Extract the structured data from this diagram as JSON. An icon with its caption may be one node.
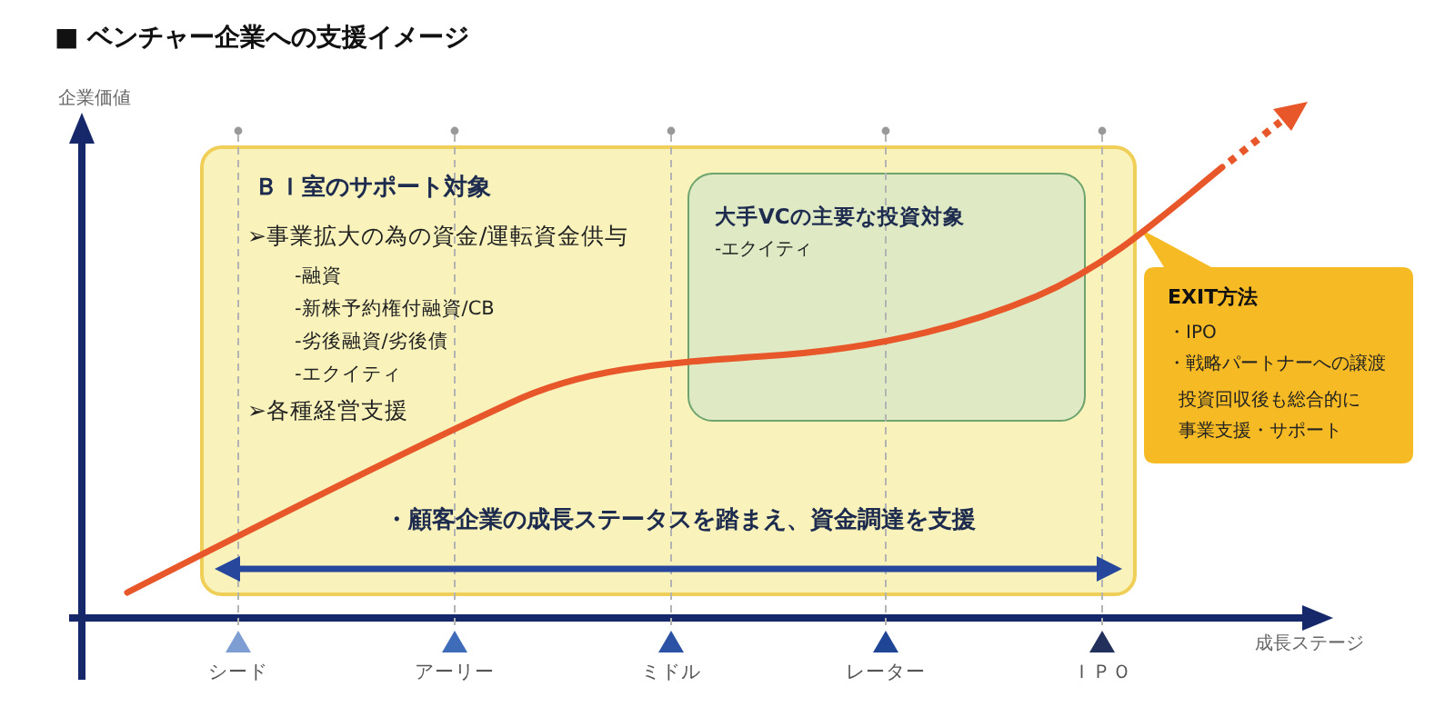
{
  "diagram": {
    "title": "■ ベンチャー企業への支援イメージ",
    "nodes": [
      {
        "text": [
          "ＢＩ室のサポート対象",
          "➢事業拡大の為の資金/運転資金供与",
          "-融資",
          "-新株予約権付融資/CB",
          "-劣後融資/劣後債",
          "-エクイティ",
          "➢各種経営支援",
          "・顧客企業の成長ステータスを踏まえ、資金調達を支援"
        ]
      },
      {
        "text": [
          "大手VCの主要な投資対象",
          "-エクイティ"
        ],
        "in": 0
      },
      {
        "text": [
          "EXIT方法",
          "・IPO",
          "・戦略パートナーへの譲渡",
          "投資回収後も総合的に事業支援・サポート"
        ]
      }
    ],
    "labels": [
      "企業価値",
      "成長ステージ",
      "シード",
      "アーリー",
      "ミドル",
      "レーター",
      "ＩＰＯ"
    ]
  }
}
